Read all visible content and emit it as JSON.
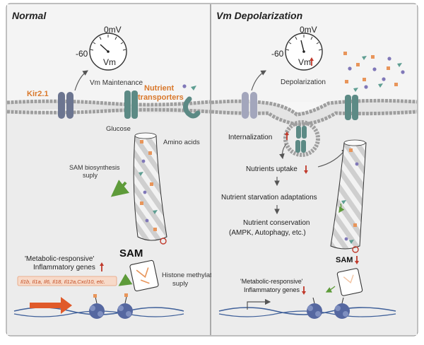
{
  "colors": {
    "panel_bg": "#f4f4f4",
    "cytoplasm": "#eeeeee",
    "membrane_head": "#b8b8b8",
    "kir": "#6c7590",
    "transporter": "#5c8a85",
    "orange_label": "#d9782b",
    "red_arrow": "#c0392b",
    "green_arrow": "#5e9b3a",
    "dna_arrow": "#e05a2a",
    "cube_orange": "#e8955a",
    "dot_purple": "#8078b8",
    "tri_teal": "#5e9e92"
  },
  "left_panel": {
    "title": "Normal",
    "gauge": {
      "zero_label": "0mV",
      "neg_label": "-60",
      "vm_label": "Vm"
    },
    "vm_maintenance": "Vm Maintenance",
    "kir_label": "Kir2.1",
    "transporter_label_line1": "Nutrient",
    "transporter_label_line2": "transporters",
    "glucose_label": "Glucose",
    "amino_acids_label": "Amino acids",
    "sam_biosynthesis_line1": "SAM biosynthesis",
    "sam_biosynthesis_line2": "suply",
    "sam_label": "SAM",
    "metabolic_line1": "'Metabolic-responsive'",
    "metabolic_line2": "Inflammatory genes",
    "histone_line1": "Histone methylation",
    "histone_line2": "suply",
    "genes_list": "Il1b, Il1a, Il6, Il18, Il12a,Cxcl10, etc."
  },
  "right_panel": {
    "title": "Vm Depolarization",
    "gauge": {
      "zero_label": "0mV",
      "neg_label": "-60",
      "vm_label": "Vm"
    },
    "depolarization_label": "Depolarization",
    "internalization_label": "Internalization",
    "nutrients_uptake_label": "Nutrients uptake",
    "starvation_label": "Nutrient starvation adaptations",
    "conservation_line1": "Nutrient conservation",
    "conservation_line2": "(AMPK, Autophagy, etc.)",
    "sam_label": "SAM",
    "metabolic_line1": "'Metabolic-responsive'",
    "metabolic_line2": "Inflammatory genes"
  }
}
